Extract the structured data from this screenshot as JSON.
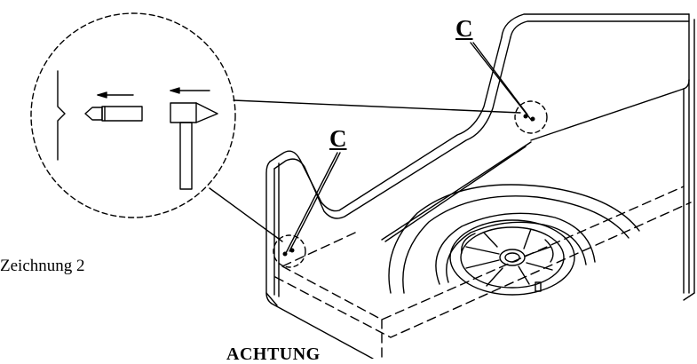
{
  "labels": {
    "callout_upper": "C",
    "callout_lower": "C",
    "caption": "Zeichnung 2",
    "warning": "ACHTUNG"
  },
  "colors": {
    "line": "#000000",
    "background": "#ffffff"
  },
  "icons": [
    "pin-punch-icon",
    "hammer-icon",
    "arrow-left-icon"
  ]
}
